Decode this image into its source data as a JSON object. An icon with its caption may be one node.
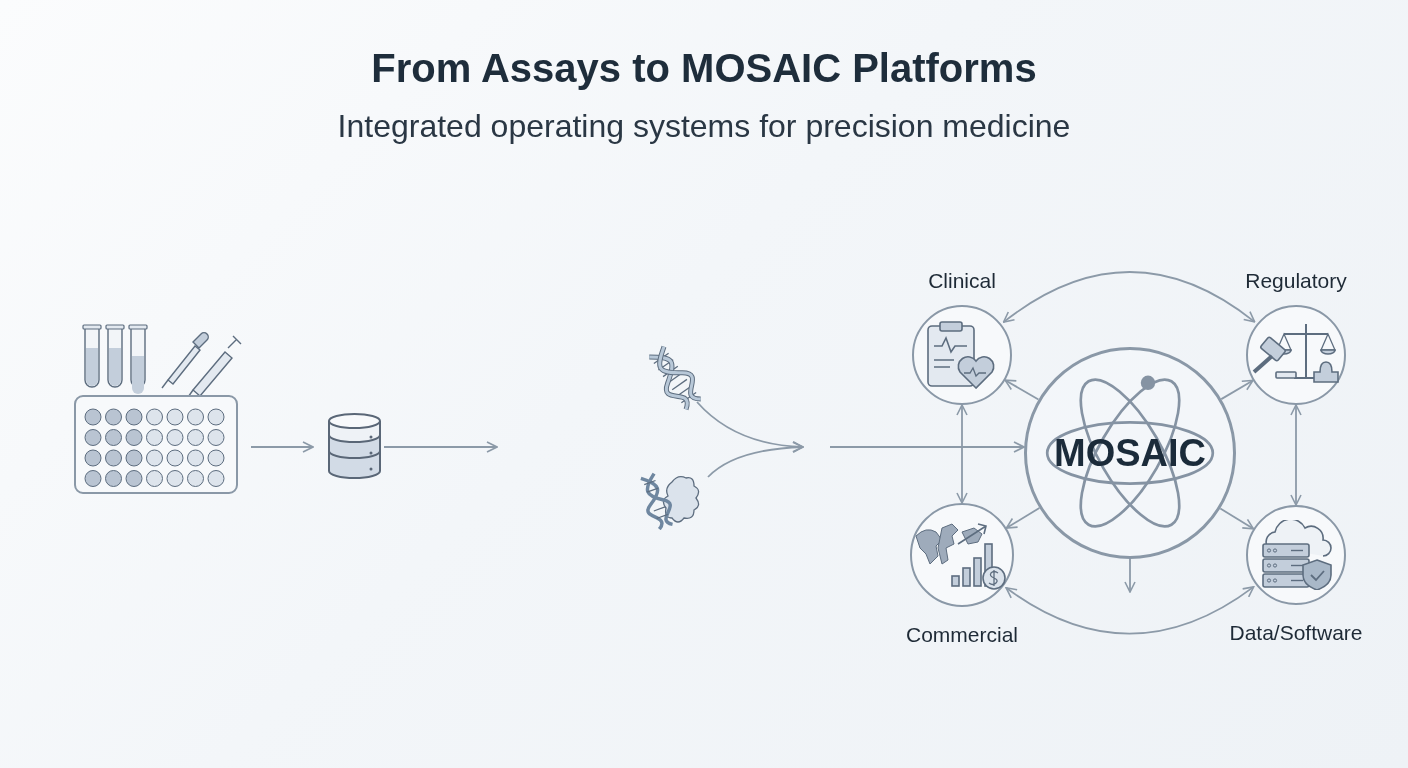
{
  "diagram": {
    "title": "From Assays to MOSAIC Platforms",
    "nodes": [
      {
        "text": [],
        "shape": "picture"
      },
      {
        "text": [],
        "shape": "cylinder"
      },
      {
        "text": [],
        "shape": "picture"
      },
      {
        "text": [],
        "shape": "picture"
      },
      {
        "text": [
          "MOSAIC"
        ]
      },
      {
        "text": [
          "Clinical"
        ]
      },
      {
        "text": [
          "Regulatory"
        ]
      },
      {
        "text": [
          "Commercial"
        ]
      },
      {
        "text": [
          "Data/Software"
        ]
      }
    ],
    "edges": [
      {
        "from": 0,
        "to": 1,
        "arrow": "to"
      },
      {
        "from": 1,
        "to": null,
        "arrow": "to"
      },
      {
        "from": 2,
        "to": null,
        "arrow": "to"
      },
      {
        "from": 3,
        "to": null,
        "arrow": "to"
      },
      {
        "from": null,
        "to": 4,
        "arrow": "to"
      },
      {
        "from": 4,
        "to": 5,
        "arrow": "to"
      },
      {
        "from": 4,
        "to": 6,
        "arrow": "to"
      },
      {
        "from": 4,
        "to": 7,
        "arrow": "to"
      },
      {
        "from": 4,
        "to": 8,
        "arrow": "to"
      },
      {
        "from": 4,
        "to": null,
        "arrow": "to"
      },
      {
        "from": 5,
        "to": 6,
        "arrow": "both"
      },
      {
        "from": 5,
        "to": 7,
        "arrow": "both"
      },
      {
        "from": 6,
        "to": 8,
        "arrow": "both"
      },
      {
        "from": 7,
        "to": 8,
        "arrow": "both"
      }
    ],
    "labels": [
      "Integrated operating systems for precision medicine"
    ]
  }
}
